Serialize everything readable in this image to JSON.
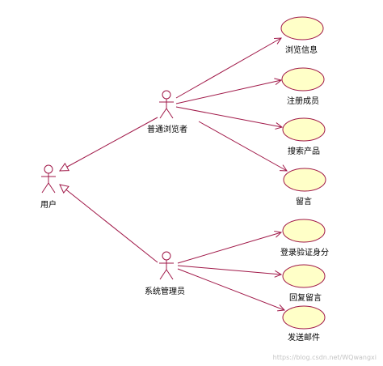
{
  "colors": {
    "background": "#ffffff",
    "line": "#a01848",
    "usecase_fill": "#ffffc8",
    "actor_stroke": "#a01848",
    "label": "#000000",
    "watermark": "#c4c4c4"
  },
  "actors": {
    "user": {
      "label": "用户"
    },
    "browser": {
      "label": "普通浏览者"
    },
    "admin": {
      "label": "系统管理员"
    }
  },
  "usecases": {
    "browse_info": {
      "label": "浏览信息"
    },
    "register": {
      "label": "注册成员"
    },
    "search": {
      "label": "搜索产品"
    },
    "message": {
      "label": "留言"
    },
    "login": {
      "label": "登录验证身分"
    },
    "reply": {
      "label": "回复留言"
    },
    "send_mail": {
      "label": "发送邮件"
    }
  },
  "watermark": "https://blog.csdn.net/WQwangxi"
}
